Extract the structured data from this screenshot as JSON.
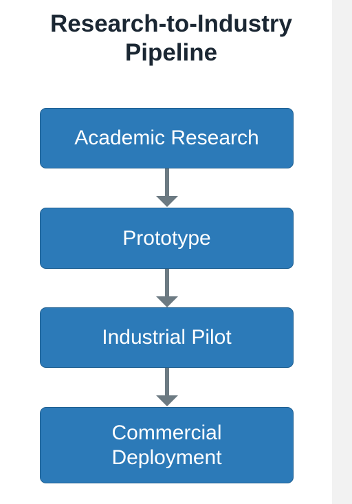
{
  "title": {
    "line1": "Research-to-Industry",
    "line2": "Pipeline"
  },
  "steps": [
    {
      "label": "Academic Research"
    },
    {
      "label": "Prototype"
    },
    {
      "label": "Industrial Pilot"
    },
    {
      "label_line1": "Commercial",
      "label_line2": "Deployment"
    }
  ],
  "colors": {
    "box_fill": "#2c7ab8",
    "box_border": "#1e5f91",
    "box_text": "#ffffff",
    "arrow": "#6c7a82",
    "title_text": "#1b2733"
  }
}
